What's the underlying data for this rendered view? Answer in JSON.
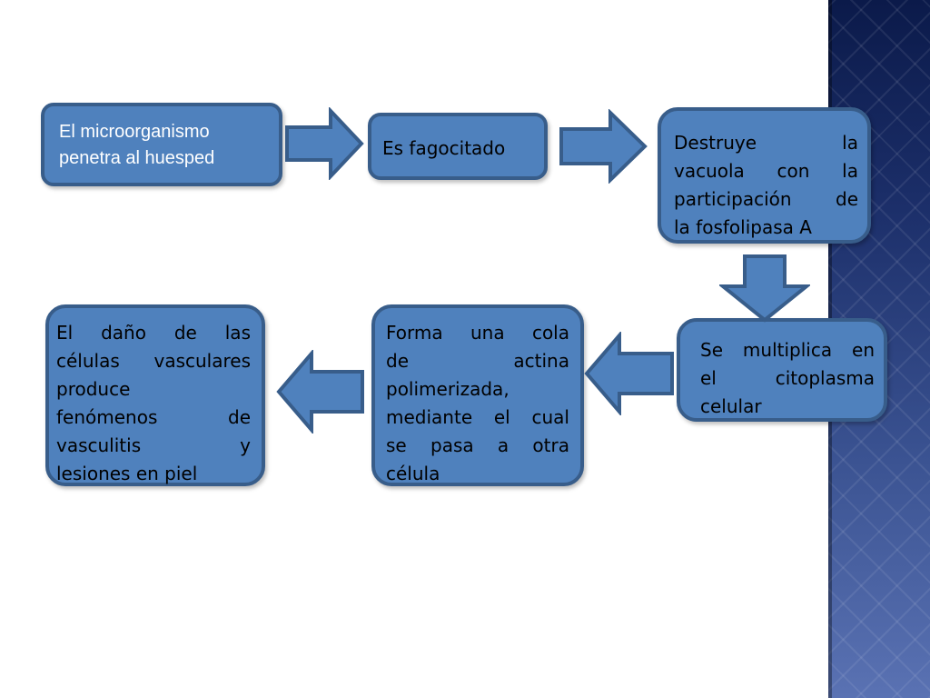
{
  "slide": {
    "colors": {
      "box_fill": "#4f81bd",
      "box_border": "#385d8a",
      "arrow_fill": "#4f81bd",
      "arrow_border": "#385d8a",
      "side_panel_top": "#0b1a4a",
      "side_panel_bottom": "#5a72b3"
    }
  },
  "flow": {
    "step1": {
      "lines": [
        "El microorganismo",
        "penetra al huesped"
      ]
    },
    "step2": {
      "text": "Es fagocitado"
    },
    "step3": {
      "lines": [
        "Destruye la",
        "vacuola con la",
        "participación de",
        "la fosfolipasa A"
      ]
    },
    "step4": {
      "lines": [
        "Se multiplica en",
        "el citoplasma",
        "celular"
      ]
    },
    "step5": {
      "lines": [
        "Forma una cola",
        "de actina",
        "polimerizada,",
        "mediante el cual",
        "se pasa a otra",
        "célula"
      ]
    },
    "step6": {
      "lines": [
        "El daño de las",
        "células vasculares",
        "produce",
        "fenómenos de",
        "vasculitis y",
        "lesiones en piel"
      ]
    }
  },
  "arrows": [
    {
      "name": "arrow-step1-to-step2",
      "direction": "right"
    },
    {
      "name": "arrow-step2-to-step3",
      "direction": "right"
    },
    {
      "name": "arrow-step3-to-step4",
      "direction": "down"
    },
    {
      "name": "arrow-step4-to-step5",
      "direction": "left"
    },
    {
      "name": "arrow-step5-to-step6",
      "direction": "left"
    }
  ]
}
